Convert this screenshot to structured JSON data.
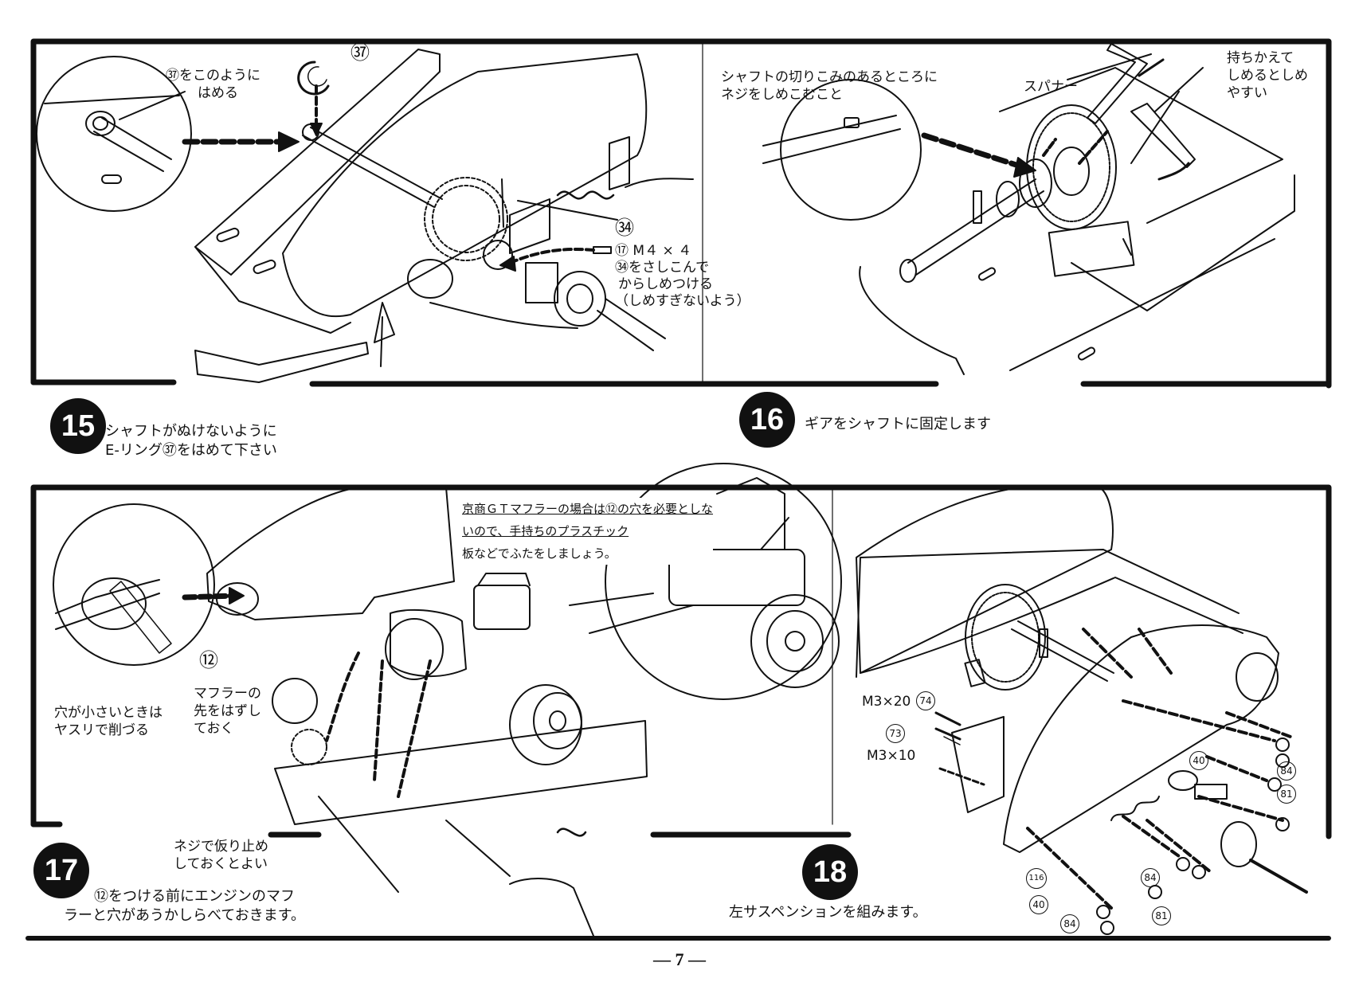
{
  "page_number": "— 7 —",
  "step15": {
    "number": "15",
    "caption_line1": "シャフトがぬけないように",
    "caption_line2": "E-リング㊲をはめて下さい",
    "callout_zoom_line1": "㊲をこのように",
    "callout_zoom_line2": "はめる",
    "part_eclip": "㊲",
    "part_34": "㉞",
    "screw_line1": "⑰ M４ × ４",
    "screw_line2": "㉞をさしこんで",
    "screw_line3": "からしめつける",
    "screw_line4": "（しめすぎないよう）"
  },
  "step16": {
    "number": "16",
    "caption": "ギアをシャフトに固定します",
    "note_line1": "シャフトの切りこみのあるところに",
    "note_line2": "ネジをしめこむこと",
    "spanner_label": "スパナー",
    "tip_line1": "持ちかえて",
    "tip_line2": "しめるとしめ",
    "tip_line3": "やすい"
  },
  "step17": {
    "number": "17",
    "caption_line1": "⑫をつける前にエンジンのマフ",
    "caption_line2": "ラーと穴があうかしらべておきます。",
    "file_note_line1": "穴が小さいときは",
    "file_note_line2": "ヤスリで削づる",
    "part_12": "⑫",
    "muffler_line1": "マフラーの",
    "muffler_line2": "先をはずし",
    "muffler_line3": "ておく",
    "screw_note_line1": "ネジで仮り止め",
    "screw_note_line2": "しておくとよい",
    "gt_note_line1": "京商ＧＴマフラーの場合は⑫の穴を必要としな",
    "gt_note_line2": "いので、手持ちのプラスチック",
    "gt_note_line3": "板などでふたをしましょう。"
  },
  "step18": {
    "number": "18",
    "caption": "左サスペンションを組みます。",
    "m3x20": "M3×20",
    "p74": "74",
    "p73": "73",
    "m3x10": "M3×10",
    "p40a": "40",
    "p84a": "84",
    "p81a": "81",
    "p116": "116",
    "p40b": "40",
    "p84b": "84",
    "p84c": "84",
    "p81b": "81"
  }
}
